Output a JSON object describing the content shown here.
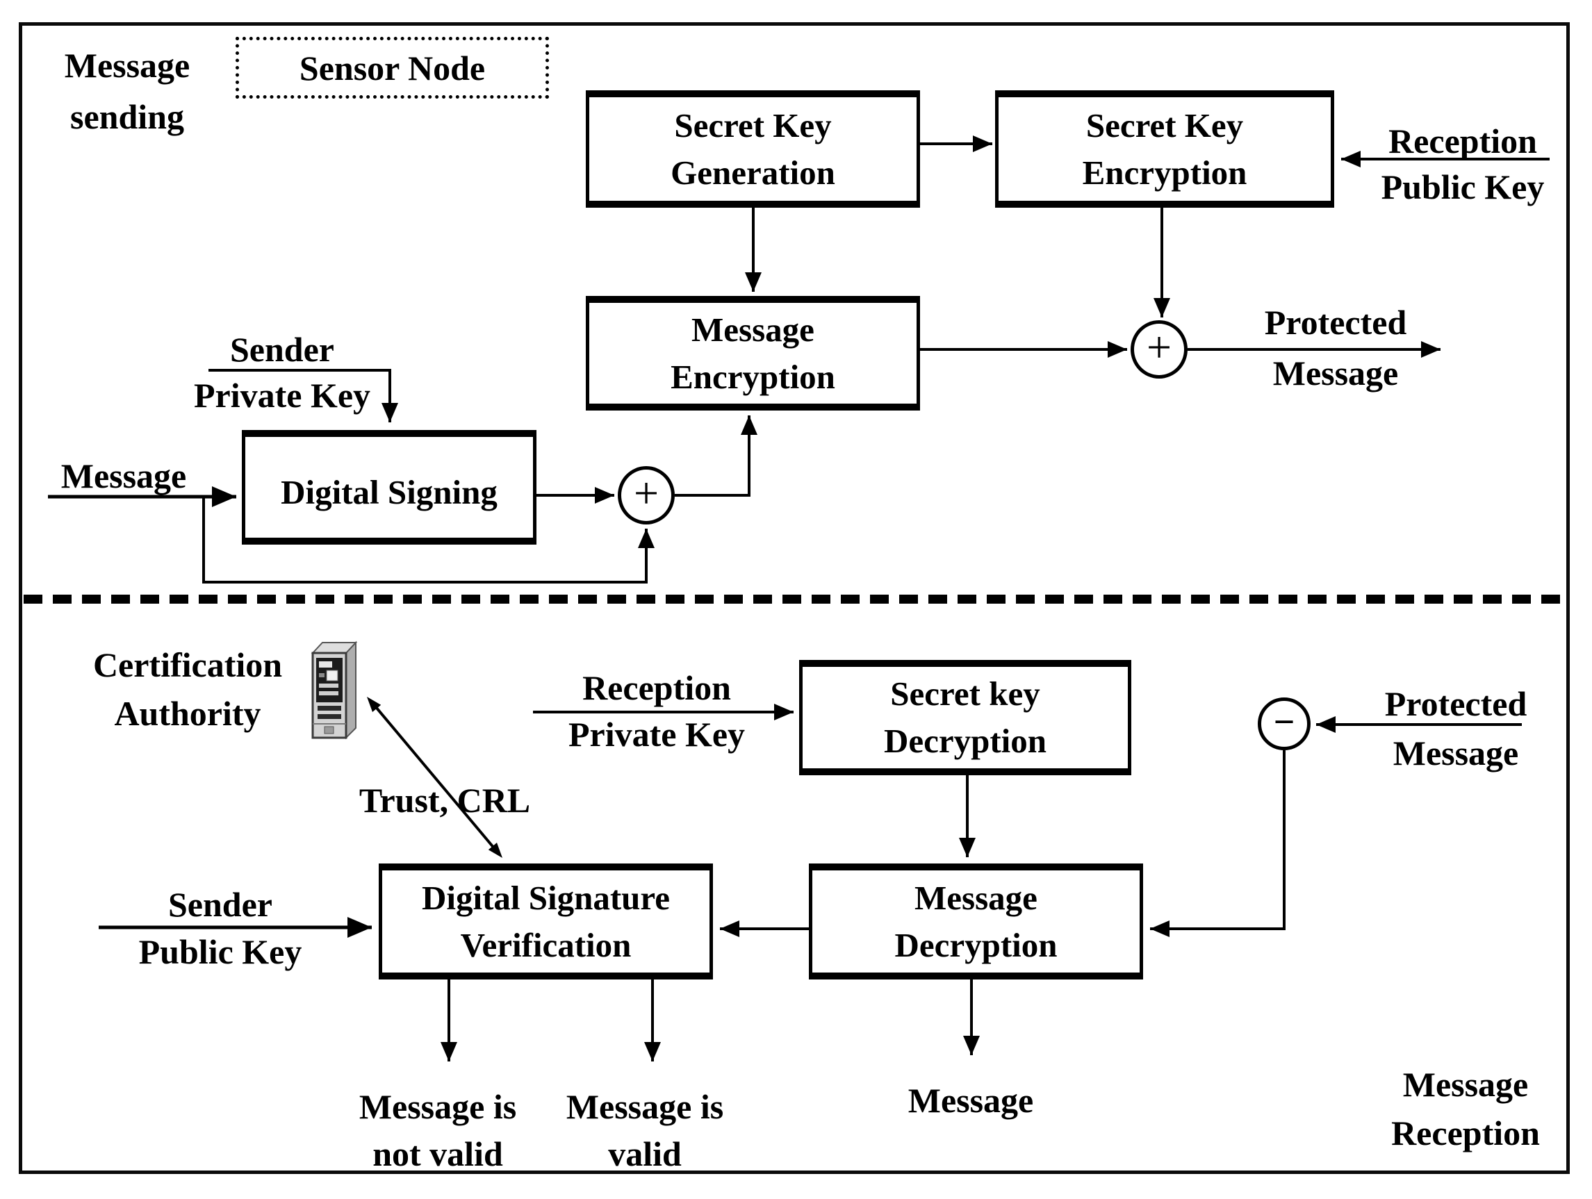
{
  "title": "Secure message sending and reception over a sensor node",
  "colors": {
    "ink": "#000000",
    "paper": "#ffffff",
    "icon_body": "#d4d4d4",
    "icon_side": "#aeaeae",
    "icon_panel": "#1c1c1c"
  },
  "sections": {
    "sending": {
      "line1": "Message",
      "line2": "sending"
    },
    "sensor_node": "Sensor Node",
    "reception": {
      "line1": "Message",
      "line2": "Reception"
    }
  },
  "boxes": {
    "secret_key_generation": {
      "line1": "Secret Key",
      "line2": "Generation"
    },
    "secret_key_encryption": {
      "line1": "Secret Key",
      "line2": "Encryption"
    },
    "message_encryption": {
      "line1": "Message",
      "line2": "Encryption"
    },
    "digital_signing": {
      "line1": "Digital Signing"
    },
    "secret_key_decryption": {
      "line1": "Secret key",
      "line2": "Decryption"
    },
    "digital_signature_verification": {
      "line1": "Digital Signature",
      "line2": "Verification"
    },
    "message_decryption": {
      "line1": "Message",
      "line2": "Decryption"
    }
  },
  "labels": {
    "reception_public_key": {
      "line1": "Reception",
      "line2": "Public Key"
    },
    "protected_message_top": {
      "line1": "Protected",
      "line2": "Message"
    },
    "sender_private_key": {
      "line1": "Sender",
      "line2": "Private Key"
    },
    "message_in": "Message",
    "certification_authority": {
      "line1": "Certification",
      "line2": "Authority"
    },
    "trust_crl": "Trust, CRL",
    "reception_private_key": {
      "line1": "Reception",
      "line2": "Private Key"
    },
    "protected_message_bottom": {
      "line1": "Protected",
      "line2": "Message"
    },
    "sender_public_key": {
      "line1": "Sender",
      "line2": "Public Key"
    },
    "message_not_valid": {
      "line1": "Message is",
      "line2": "not valid"
    },
    "message_valid": {
      "line1": "Message is",
      "line2": "valid"
    },
    "message_out": "Message"
  },
  "operators": {
    "combine_key": "+",
    "combine_signature": "+",
    "split": "−"
  },
  "icons": {
    "certification_authority": "server-tower-icon"
  }
}
